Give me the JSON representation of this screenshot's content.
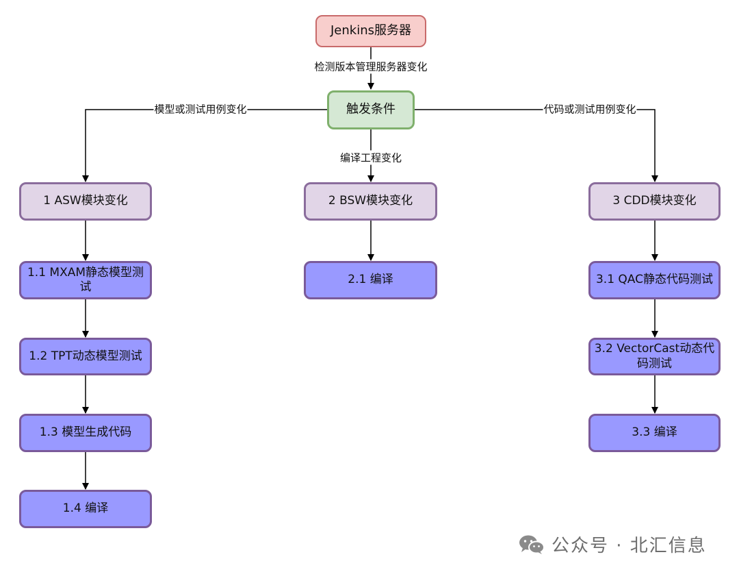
{
  "nodes": {
    "server": "Jenkins服务器",
    "trigger": "触发条件",
    "asw": "1 ASW模块变化",
    "bsw": "2 BSW模块变化",
    "cdd": "3 CDD模块变化",
    "step_1_1": "1.1 MXAM静态模型测试",
    "step_1_2": "1.2 TPT动态模型测试",
    "step_1_3": "1.3 模型生成代码",
    "step_1_4": "1.4 编译",
    "step_2_1": "2.1 编译",
    "step_3_1": "3.1 QAC静态代码测试",
    "step_3_2": "3.2 VectorCast动态代码测试",
    "step_3_3": "3.3 编译"
  },
  "edge_labels": {
    "server_to_trigger": "检测版本管理服务器变化",
    "to_asw": "模型或测试用例变化",
    "to_bsw": "编译工程变化",
    "to_cdd": "代码或测试用例变化"
  },
  "watermark": {
    "text": "公众号 · 北汇信息",
    "icon": "wechat-icon"
  },
  "colors": {
    "server_fill": "#f8cecc",
    "trigger_fill": "#d5e8d4",
    "module_fill": "#e1d5e7",
    "step_fill": "#9999ff"
  }
}
